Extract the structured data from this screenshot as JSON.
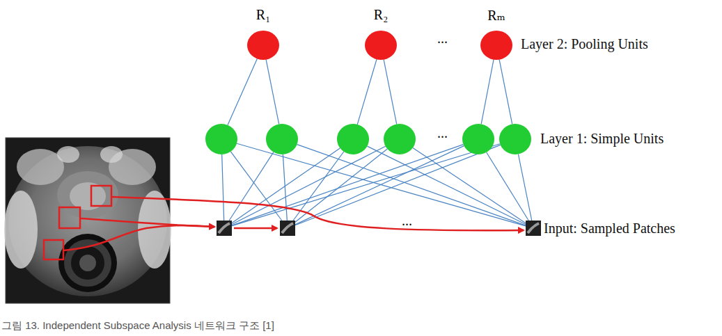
{
  "diagram": {
    "caption": "그림 13. Independent Subspace Analysis 네트워크 구조 [1]",
    "nodes": [
      {
        "text": [
          "R₁"
        ]
      },
      {
        "text": [
          "R₂"
        ]
      },
      {
        "text": [
          "Rₘ"
        ]
      },
      {
        "text": []
      },
      {
        "text": []
      },
      {
        "text": []
      },
      {
        "text": []
      },
      {
        "text": []
      },
      {
        "text": []
      },
      {
        "text": []
      },
      {
        "text": []
      },
      {
        "text": []
      }
    ],
    "edges": [
      {
        "from": 0,
        "to": 3,
        "arrow": "none"
      },
      {
        "from": 0,
        "to": 4,
        "arrow": "none"
      },
      {
        "from": 1,
        "to": 5,
        "arrow": "none"
      },
      {
        "from": 1,
        "to": 6,
        "arrow": "none"
      },
      {
        "from": 2,
        "to": 7,
        "arrow": "none"
      },
      {
        "from": 2,
        "to": 8,
        "arrow": "none"
      },
      {
        "from": 3,
        "to": 9,
        "arrow": "none"
      },
      {
        "from": 3,
        "to": 10,
        "arrow": "none"
      },
      {
        "from": 3,
        "to": 11,
        "arrow": "none"
      },
      {
        "from": 4,
        "to": 9,
        "arrow": "none"
      },
      {
        "from": 4,
        "to": 10,
        "arrow": "none"
      },
      {
        "from": 4,
        "to": 11,
        "arrow": "none"
      },
      {
        "from": 5,
        "to": 9,
        "arrow": "none"
      },
      {
        "from": 5,
        "to": 10,
        "arrow": "none"
      },
      {
        "from": 5,
        "to": 11,
        "arrow": "none"
      },
      {
        "from": 6,
        "to": 9,
        "arrow": "none"
      },
      {
        "from": 6,
        "to": 10,
        "arrow": "none"
      },
      {
        "from": 6,
        "to": 11,
        "arrow": "none"
      },
      {
        "from": 7,
        "to": 9,
        "arrow": "none"
      },
      {
        "from": 7,
        "to": 10,
        "arrow": "none"
      },
      {
        "from": 7,
        "to": 11,
        "arrow": "none"
      },
      {
        "from": 8,
        "to": 9,
        "arrow": "none"
      },
      {
        "from": 8,
        "to": 10,
        "arrow": "none"
      },
      {
        "from": 8,
        "to": 11,
        "arrow": "none"
      }
    ],
    "labels": [
      "Layer 2: Pooling Units",
      "Layer 1: Simple Units",
      "Input: Sampled Patches",
      "...",
      "...",
      "..."
    ]
  }
}
